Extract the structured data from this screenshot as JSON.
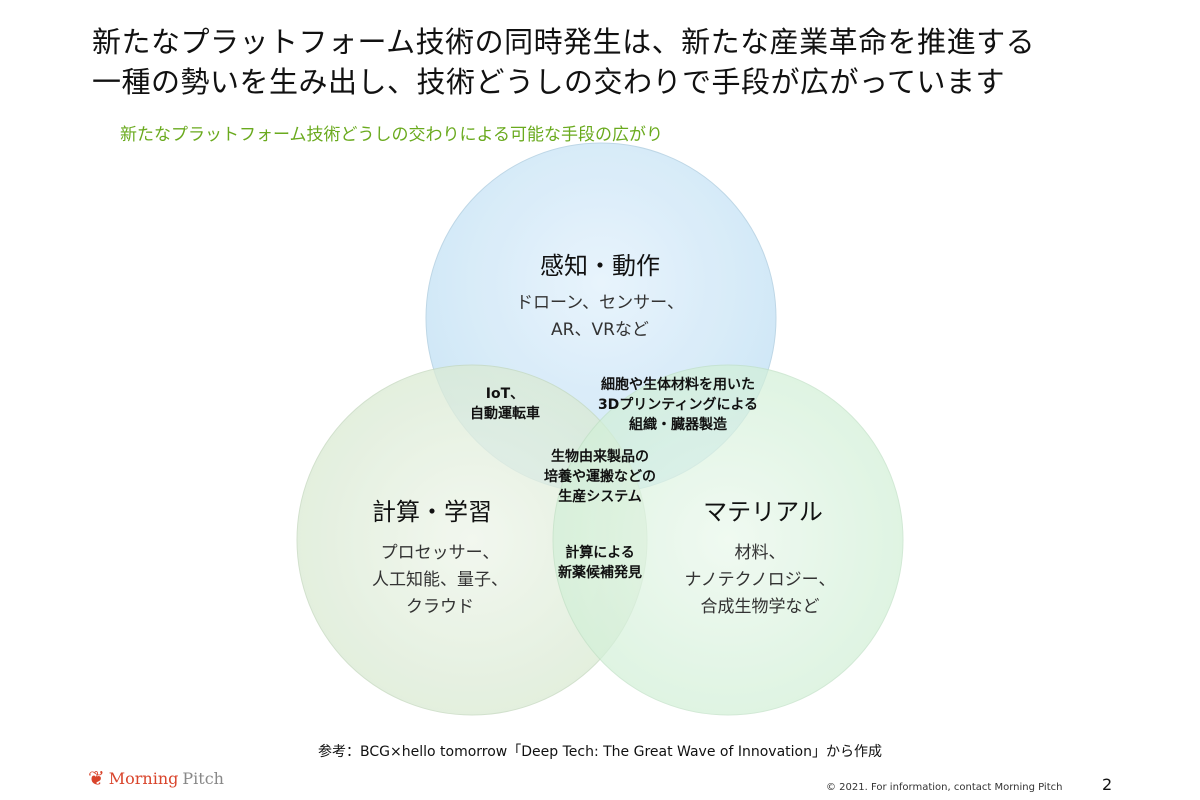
{
  "title": {
    "line1": "新たなプラットフォーム技術の同時発生は、新たな産業革命を推進する",
    "line2": "一種の勢いを生み出し、技術どうしの交わりで手段が広がっています"
  },
  "subtitle": "新たなプラットフォーム技術どうしの交わりによる可能な手段の広がり",
  "circles": [
    {
      "heading": "感知・動作",
      "lines": [
        "ドローン、センサー、",
        "AR、VRなど"
      ],
      "color": "#cfe6f7"
    },
    {
      "heading": "計算・学習",
      "lines": [
        "プロセッサー、",
        "人工知能、量子、",
        "クラウド"
      ],
      "color": "#dcebd6"
    },
    {
      "heading": "マテリアル",
      "lines": [
        "材料、",
        "ナノテクノロジー、",
        "合成生物学など"
      ],
      "color": "#d4f0d8"
    }
  ],
  "intersections": {
    "sense_compute": [
      "IoT、",
      "自動運転車"
    ],
    "sense_material": [
      "細胞や生体材料を用いた",
      "3Dプリンティングによる",
      "組織・臓器製造"
    ],
    "all": [
      "生物由来製品の",
      "培養や運搬などの",
      "生産システム"
    ],
    "compute_material": [
      "計算による",
      "新薬候補発見"
    ]
  },
  "reference": "参考：BCG×hello tomorrow「Deep Tech: The Great Wave of Innovation」から作成",
  "footer": {
    "logo_text": "Morning",
    "logo_text2": "Pitch",
    "copyright": "© 2021. For information,  contact Morning  Pitch",
    "page": "2"
  }
}
